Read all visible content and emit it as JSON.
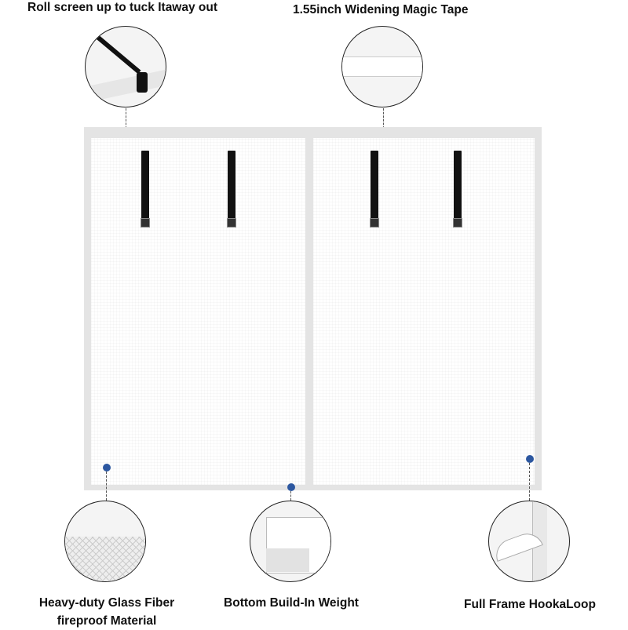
{
  "callouts": {
    "roll_up": "Roll screen up to tuck Itaway out",
    "magic_tape": "1.55inch Widening Magic Tape",
    "glass_fiber_line1": "Heavy-duty Glass Fiber",
    "glass_fiber_line2": "fireproof Material",
    "bottom_weight": "Bottom Build-In Weight",
    "hook_loop": "Full Frame HookaLoop"
  },
  "colors": {
    "dot": "#2c57a0",
    "frame": "#e4e4e4"
  }
}
